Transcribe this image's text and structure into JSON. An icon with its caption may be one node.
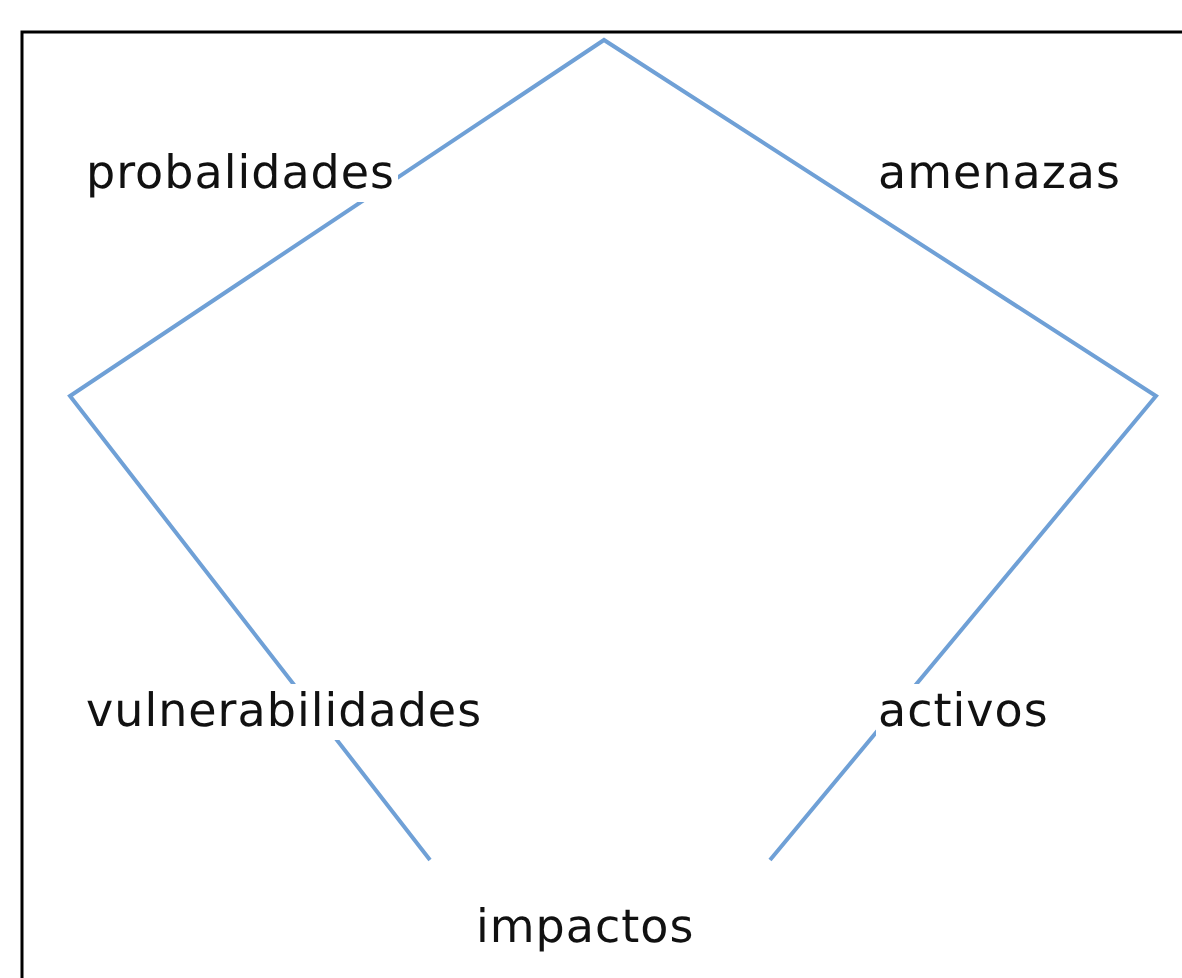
{
  "diagram": {
    "labels": [
      "probalidades",
      "amenazas",
      "vulnerabilidades",
      "activos",
      "impactos"
    ]
  }
}
